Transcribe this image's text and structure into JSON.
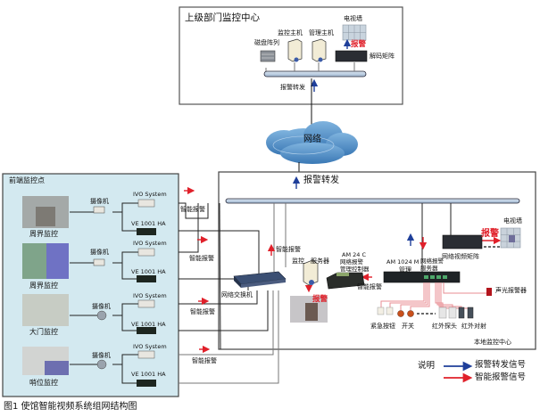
{
  "figure": {
    "caption": "图1  使馆智能视频系统组网结构图"
  },
  "colors": {
    "forward_arrow": "#1f3f9a",
    "smart_arrow": "#e0202a",
    "frontend_bg": "#d3e9f0",
    "cloud": "#4f8dc4",
    "bus": "#b8cbe0"
  },
  "upper_center": {
    "title": "上级部门监控中心",
    "disk_array": "磁盘阵列",
    "monitor_host": "监控主机",
    "manage_host": "管理主机",
    "tv_wall": "电视墙",
    "alarm": "报警",
    "decoder_matrix": "解码矩阵",
    "alarm_forward": "报警转发"
  },
  "network": {
    "label": "网络",
    "alarm_forward": "报警转发"
  },
  "frontend": {
    "title": "前端监控点",
    "sites": [
      {
        "name": "周界监控",
        "camera": "摄像机",
        "device1": "IVO System",
        "device2": "VE 1001 HA",
        "alarm": "智能报警"
      },
      {
        "name": "周界监控",
        "camera": "摄像机",
        "device1": "IVO System",
        "device2": "VE 1001 HA",
        "alarm": "智能报警"
      },
      {
        "name": "大门监控",
        "camera": "摄像机",
        "device1": "IVO System",
        "device2": "VE 1001 HA",
        "alarm": "智能报警"
      },
      {
        "name": "哨位监控",
        "camera": "摄像机",
        "device1": "IVO System",
        "device2": "VE 1001 HA",
        "alarm": "智能报警"
      }
    ]
  },
  "local_center": {
    "title": "本地监控中心",
    "switch": "网络交换机",
    "smart_alarm_up": "智能报警",
    "monitor": "监控",
    "server": "服务器",
    "alarm_down": "报警",
    "am24_model": "AM 24 C",
    "am24_line1": "网络报警",
    "am24_line2": "管理控制器",
    "am24_alarm": "智能报警",
    "am1024_model": "AM 1024 M",
    "am1024_manage": "管理",
    "am1024_line1": "网络报警",
    "am1024_line2": "服务器",
    "video_matrix": "网络视频矩阵",
    "tv_wall": "电视墙",
    "tv_alarm": "报警",
    "sound_light": "声光报警器",
    "emergency_button": "紧急按钮",
    "switch_label": "开关",
    "ir_probe": "红外探头",
    "ir_beam": "红外对射"
  },
  "legend": {
    "title": "说明",
    "items": [
      {
        "label": "报警转发信号",
        "color": "#1f3f9a"
      },
      {
        "label": "智能报警信号",
        "color": "#e0202a"
      }
    ]
  }
}
